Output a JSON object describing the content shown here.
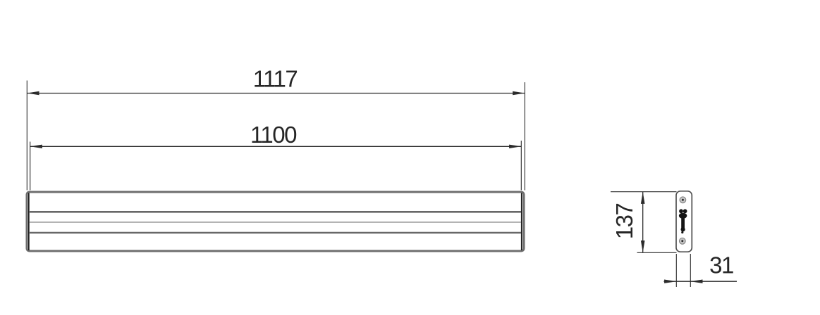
{
  "colors": {
    "line": "#2b2b2b",
    "text": "#262626",
    "body_outline": "#6e6e6e",
    "inner_line_dark": "#686868",
    "inner_line_light": "#9b9b9b",
    "profile_outline": "#4f4f4f",
    "hole_fill": "#c4c4c4",
    "hole_ring": "#7a7a7a",
    "hole_center": "#2e2e2e",
    "bracket": "#141414"
  },
  "dimensions": {
    "overall_length": "1117",
    "mounting_length": "1100",
    "height": "137",
    "depth": "31"
  }
}
